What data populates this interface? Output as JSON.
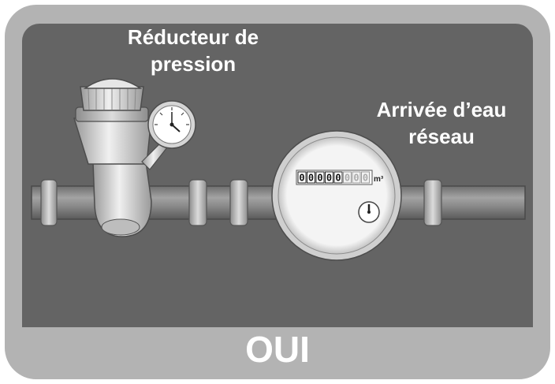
{
  "labels": {
    "reducer_line1": "Réducteur de",
    "reducer_line2": "pression",
    "water_inlet_line1": "Arrivée d’eau",
    "water_inlet_line2": "réseau"
  },
  "meter": {
    "digits": [
      "0",
      "0",
      "0",
      "0",
      "0",
      "0",
      "0",
      "0"
    ],
    "unit": "m³"
  },
  "banner": {
    "text": "OUI"
  },
  "colors": {
    "background_card": "#b3b3b3",
    "panel": "#646464",
    "pipe": "#8a8a8a",
    "label_text": "#ffffff"
  },
  "icons": [
    "pressure-reducer-icon",
    "pressure-gauge-icon",
    "water-meter-icon",
    "pipe-clamp-icon"
  ]
}
